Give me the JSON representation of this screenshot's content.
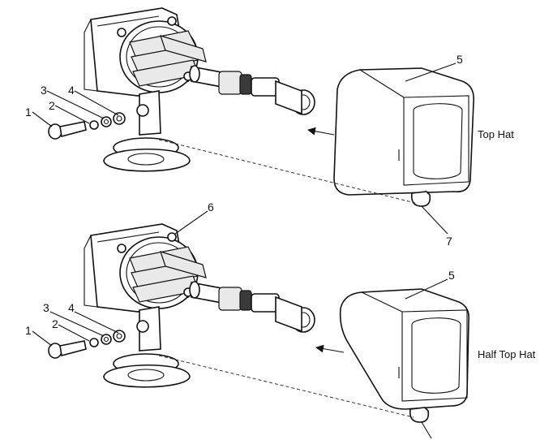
{
  "panels": [
    {
      "caption": "Top Hat",
      "callouts": [
        "1",
        "2",
        "3",
        "4",
        "5",
        "7"
      ]
    },
    {
      "caption": "Half Top Hat",
      "callouts": [
        "1",
        "2",
        "3",
        "4",
        "5",
        "6"
      ]
    }
  ]
}
